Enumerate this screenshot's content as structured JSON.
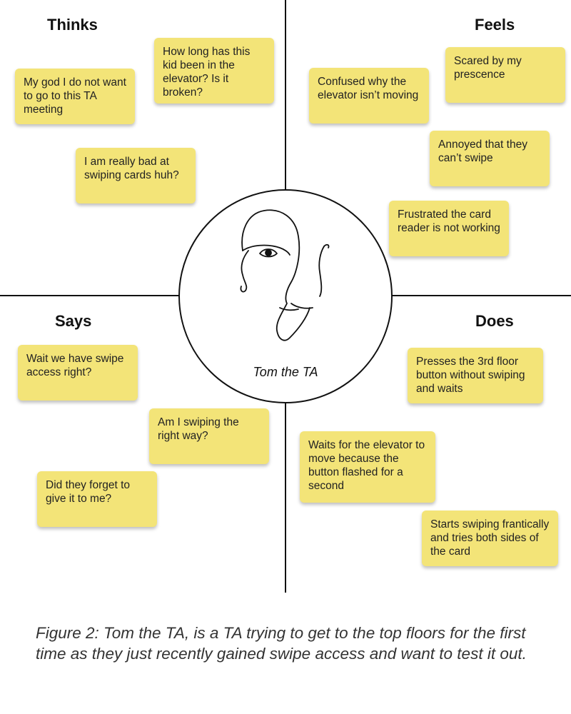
{
  "headings": {
    "thinks": "Thinks",
    "feels": "Feels",
    "says": "Says",
    "does": "Does"
  },
  "persona": {
    "name": "Tom the TA"
  },
  "notes": {
    "thinks": [
      "How long has this kid been in the elevator? Is it broken?",
      "My god I do not want to go to this TA meeting",
      "I am really bad at swiping cards huh?"
    ],
    "feels": [
      "Scared by my prescence",
      "Confused why the elevator isn’t moving",
      "Annoyed that they can’t swipe",
      "Frustrated the card reader is not working"
    ],
    "says": [
      "Wait we have swipe access right?",
      "Am I swiping the right way?",
      "Did they forget to give it to me?"
    ],
    "does": [
      "Presses the 3rd floor button without swiping and waits",
      "Waits for the elevator to move because the button flashed for a second",
      "Starts swiping frantically and tries both sides of the card"
    ]
  },
  "caption": "Figure 2: Tom the TA, is a TA trying to get to the top floors for the first time as they just recently gained swipe access and want to test it out.",
  "colors": {
    "sticky_note": "#f3e478",
    "lines": "#111111"
  }
}
